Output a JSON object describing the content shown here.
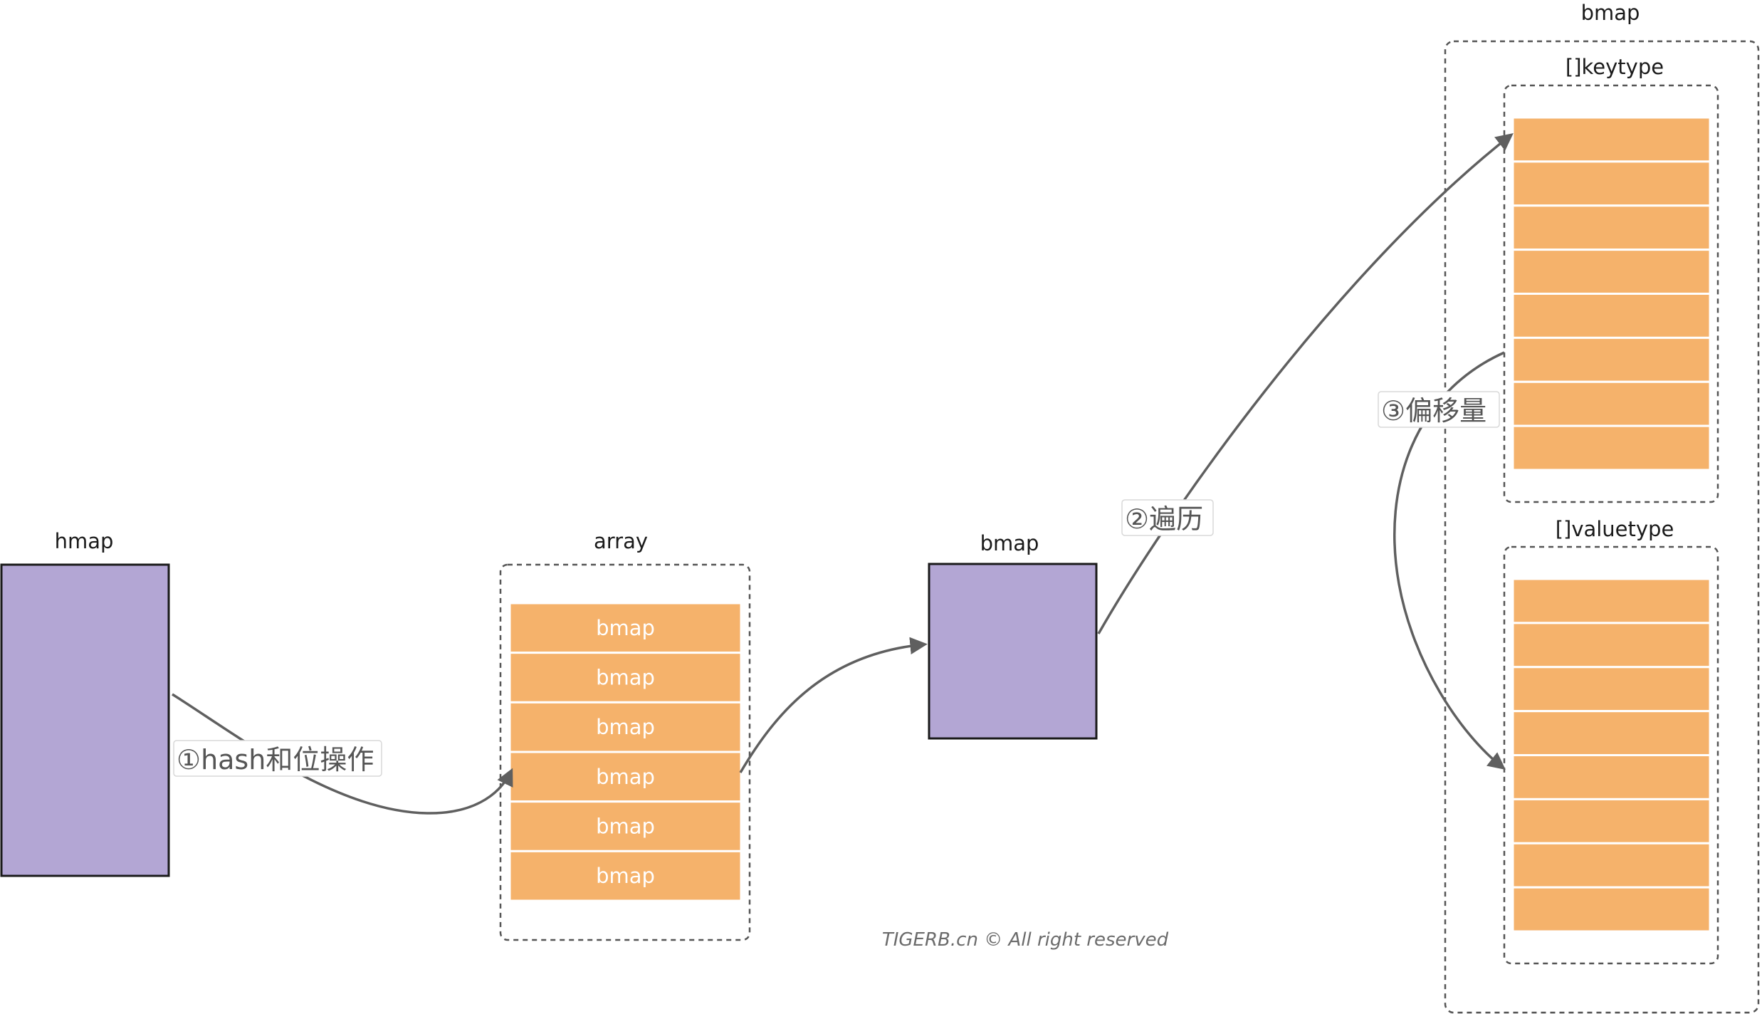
{
  "colors": {
    "purple_fill": "#b3a6d4",
    "orange_fill": "#f5b26b",
    "stroke_dark": "#1a1a1a",
    "dashed_stroke": "#555555",
    "arrow": "#5f5f5f",
    "white_separator": "#ffffff"
  },
  "hmap": {
    "label": "hmap"
  },
  "array": {
    "label": "array",
    "cells": [
      "bmap",
      "bmap",
      "bmap",
      "bmap",
      "bmap",
      "bmap"
    ]
  },
  "bmap_small": {
    "label": "bmap"
  },
  "bmap_large": {
    "label": "bmap",
    "keytype": {
      "label": "[]keytype",
      "cell_count": 8
    },
    "valuetype": {
      "label": "[]valuetype",
      "cell_count": 8
    }
  },
  "steps": {
    "step1": "①hash和位操作",
    "step2": "②遍历",
    "step3": "③偏移量"
  },
  "footer": "TIGERB.cn © All right reserved"
}
